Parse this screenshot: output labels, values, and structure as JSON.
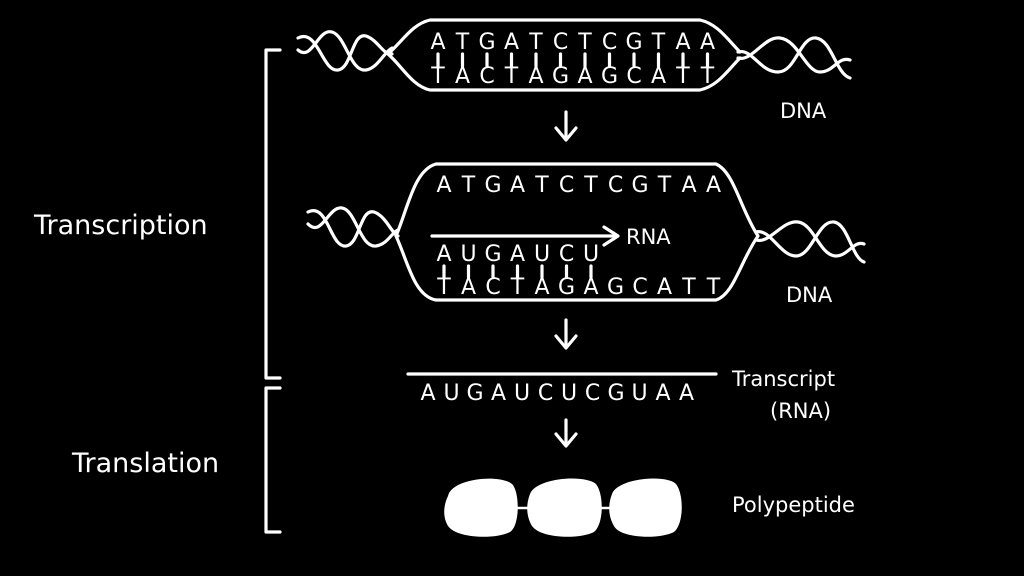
{
  "process_labels": {
    "transcription": "Transcription",
    "translation": "Translation"
  },
  "dna_label_top": "DNA",
  "dna_label_middle": "DNA",
  "rna_arrow_label": "RNA",
  "transcript_label_line1": "Transcript",
  "transcript_label_line2": "(RNA)",
  "polypeptide_label": "Polypeptide",
  "sequences": {
    "top_coding": [
      "A",
      "T",
      "G",
      "A",
      "T",
      "C",
      "T",
      "C",
      "G",
      "T",
      "A",
      "A"
    ],
    "top_template": [
      "T",
      "A",
      "C",
      "T",
      "A",
      "G",
      "A",
      "G",
      "C",
      "A",
      "T",
      "T"
    ],
    "mid_coding": [
      "A",
      "T",
      "G",
      "A",
      "T",
      "C",
      "T",
      "C",
      "G",
      "T",
      "A",
      "A"
    ],
    "mid_rna": [
      "A",
      "U",
      "G",
      "A",
      "U",
      "C",
      "U"
    ],
    "mid_template": [
      "T",
      "A",
      "C",
      "T",
      "A",
      "G",
      "A",
      "G",
      "C",
      "A",
      "T",
      "T"
    ],
    "transcript": [
      "A",
      "U",
      "G",
      "A",
      "U",
      "C",
      "U",
      "C",
      "G",
      "U",
      "A",
      "A"
    ]
  },
  "colors": {
    "background": "#000000",
    "ink": "#ffffff"
  }
}
